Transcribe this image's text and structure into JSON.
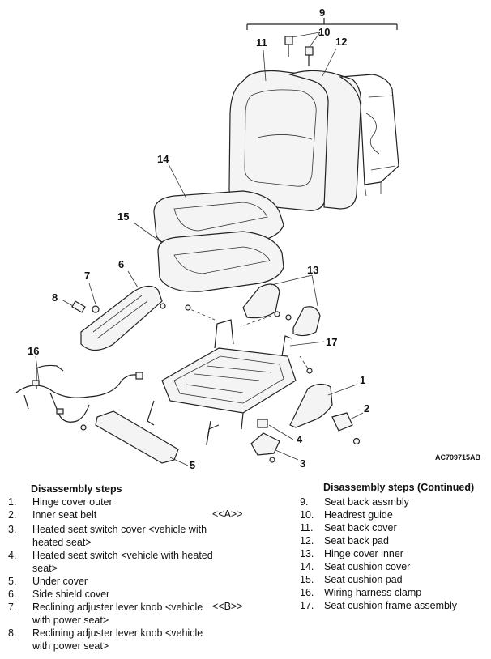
{
  "callouts": [
    "9",
    "10",
    "11",
    "12",
    "14",
    "15",
    "6",
    "7",
    "8",
    "13",
    "17",
    "16",
    "1",
    "2",
    "4",
    "3",
    "5"
  ],
  "ref_code": "AC709715AB",
  "left_heading": "Disassembly steps",
  "right_heading": "Disassembly steps (Continued)",
  "left_steps": [
    {
      "num": "1.",
      "text": "Hinge cover outer",
      "mark": ""
    },
    {
      "num": "2.",
      "text": "Inner seat belt",
      "mark": "<<A>>"
    },
    {
      "num": "3.",
      "text": "Heated seat switch cover <vehicle with heated seat>",
      "mark": ""
    },
    {
      "num": "4.",
      "text": "Heated seat switch <vehicle with heated seat>",
      "mark": ""
    },
    {
      "num": "5.",
      "text": "Under cover",
      "mark": ""
    },
    {
      "num": "6.",
      "text": "Side shield cover",
      "mark": ""
    },
    {
      "num": "7.",
      "text": "Reclining adjuster lever knob <vehicle with power seat>",
      "mark": "<<B>>"
    },
    {
      "num": "8.",
      "text": "Reclining adjuster lever knob <vehicle with power seat>",
      "mark": ""
    }
  ],
  "right_steps": [
    {
      "num": "9.",
      "text": "Seat back assmbly"
    },
    {
      "num": "10.",
      "text": "Headrest guide"
    },
    {
      "num": "11.",
      "text": "Seat back cover"
    },
    {
      "num": "12.",
      "text": "Seat back pad"
    },
    {
      "num": "13.",
      "text": "Hinge cover inner"
    },
    {
      "num": "14.",
      "text": "Seat cushion cover"
    },
    {
      "num": "15.",
      "text": "Seat cushion pad"
    },
    {
      "num": "16.",
      "text": "Wiring harness clamp"
    },
    {
      "num": "17.",
      "text": "Seat cushion frame assembly"
    }
  ]
}
